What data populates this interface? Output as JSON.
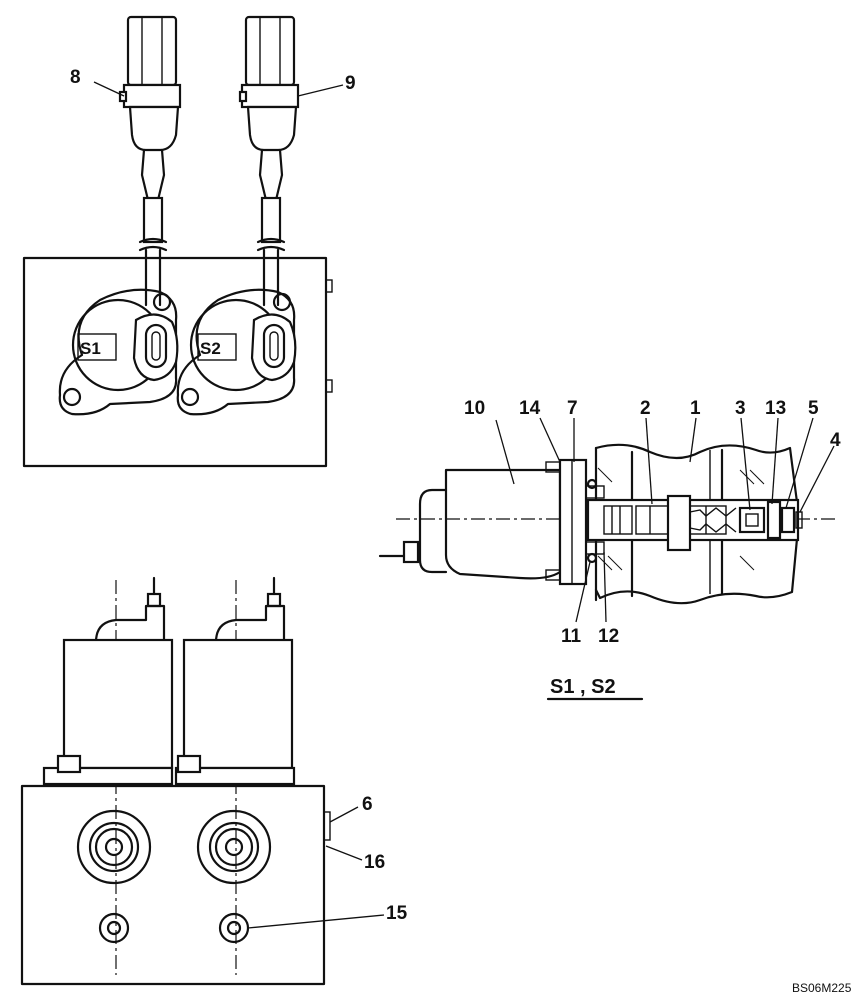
{
  "callouts": {
    "n1": "1",
    "n2": "2",
    "n3": "3",
    "n4": "4",
    "n5": "5",
    "n6": "6",
    "n7": "7",
    "n8": "8",
    "n9": "9",
    "n10": "10",
    "n11": "11",
    "n12": "12",
    "n13": "13",
    "n14": "14",
    "n15": "15",
    "n16": "16"
  },
  "solenoids": {
    "s1": "S1",
    "s2": "S2"
  },
  "section_title": "S1 , S2",
  "drawing_code": "BS06M225"
}
